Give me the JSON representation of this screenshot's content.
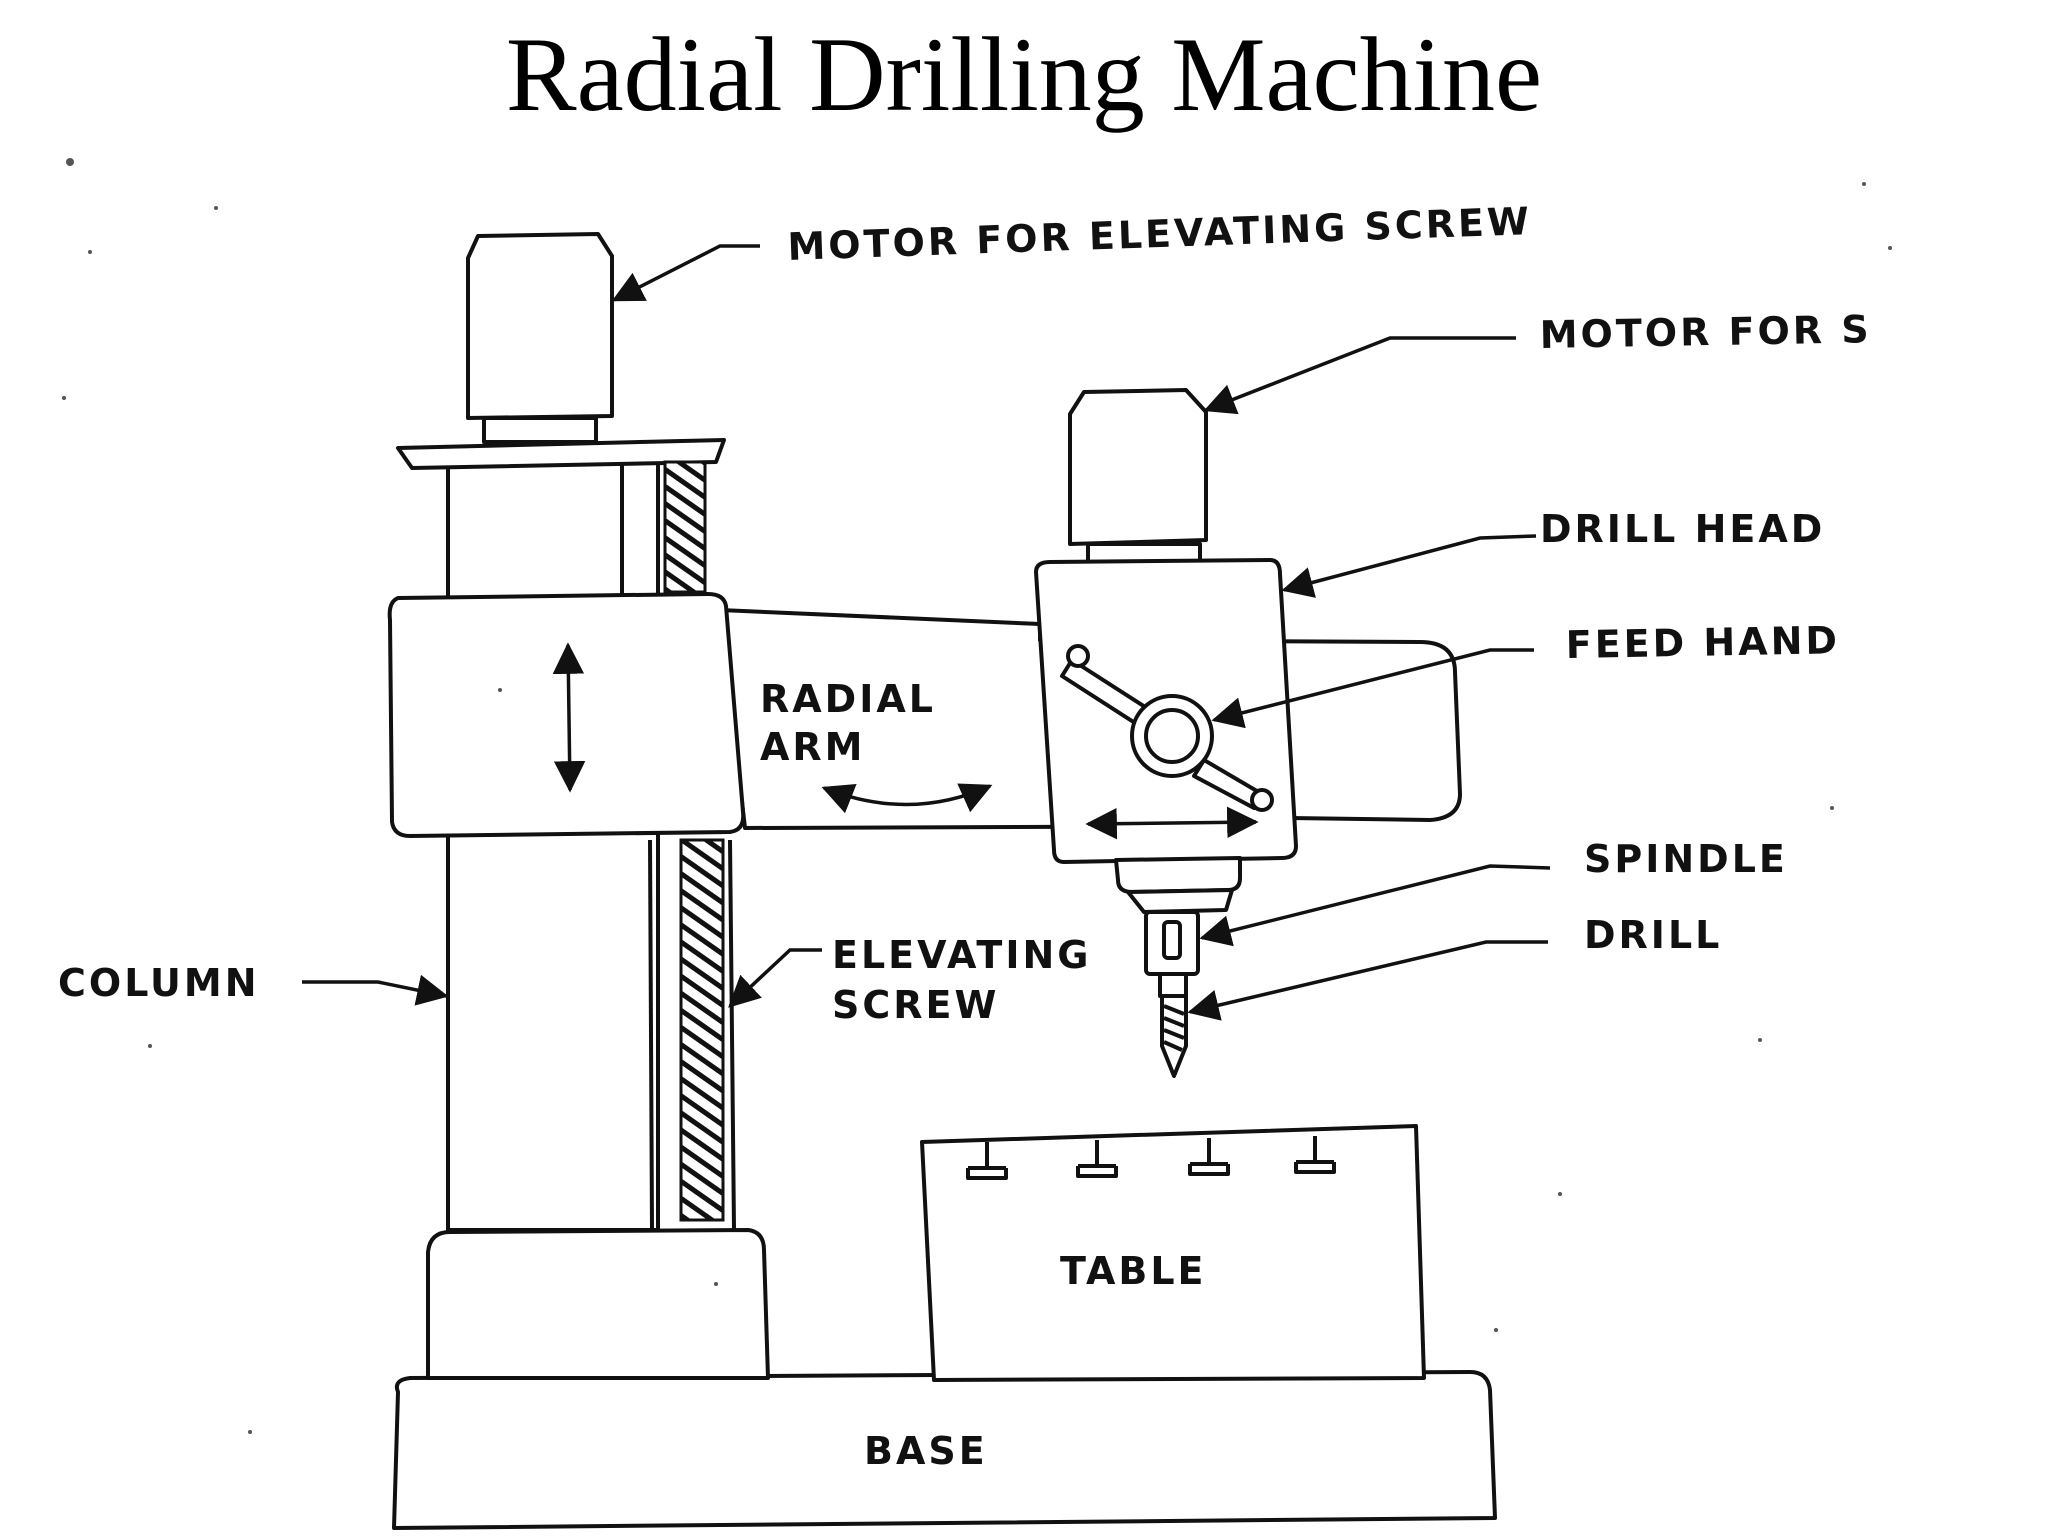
{
  "title": "Radial Drilling Machine",
  "labels": {
    "motor_elevating": "MOTOR FOR ELEVATING SCREW",
    "motor_spindle": "MOTOR FOR S",
    "drill_head": "DRILL HEAD",
    "feed_hand": "FEED HAND",
    "radial_arm_line1": "RADIAL",
    "radial_arm_line2": "ARM",
    "spindle": "SPINDLE",
    "drill": "DRILL",
    "column": "COLUMN",
    "elevating_screw_line1": "ELEVATING",
    "elevating_screw_line2": "SCREW",
    "table": "TABLE",
    "base": "BASE"
  }
}
